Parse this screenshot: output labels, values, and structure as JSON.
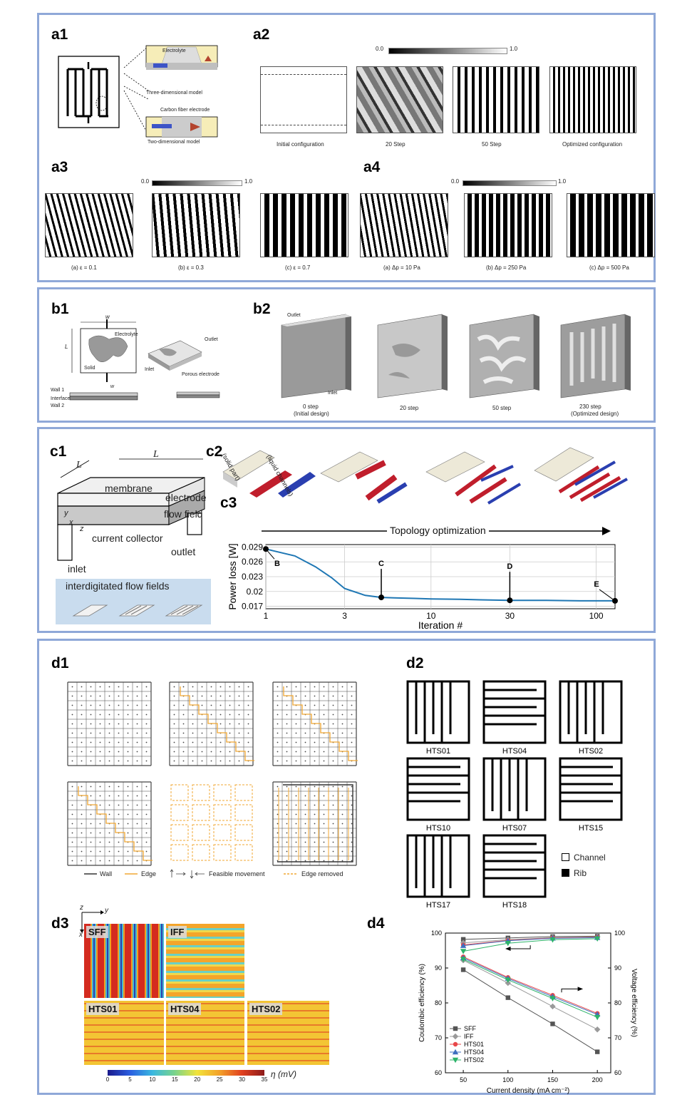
{
  "panels": {
    "a": {
      "labels": [
        "a1",
        "a2",
        "a3",
        "a4"
      ],
      "a1": {
        "electrolyte": "Electrolyte",
        "model_3d": "Three-dimensional model",
        "carbon_fiber": "Carbon fiber electrode",
        "model_2d": "Two-dimensional model"
      },
      "scale_min": "0.0",
      "scale_max": "1.0",
      "a2_captions": [
        "Initial configuration",
        "20 Step",
        "50 Step",
        "Optimized configuration"
      ],
      "a3_captions": [
        "(a) ε = 0.1",
        "(b) ε = 0.3",
        "(c) ε = 0.7"
      ],
      "a4_captions": [
        "(a) Δp = 10 Pa",
        "(b) Δp = 250 Pa",
        "(c) Δp = 500 Pa"
      ]
    },
    "b": {
      "labels": [
        "b1",
        "b2"
      ],
      "b1": {
        "w_top": "w",
        "l": "L",
        "electrolyte": "Electrolyte",
        "solid": "Solid",
        "outlet": "Outlet",
        "inlet": "Inlet",
        "porous": "Porous electrode",
        "w_small": "w",
        "wall1": "Wall 1",
        "interface": "Interface",
        "wall2": "Wall 2"
      },
      "b2": {
        "outlet": "Outlet",
        "inlet": "Inlet",
        "captions": [
          "0 step",
          "20 step",
          "50 step",
          "230 step"
        ],
        "subcaptions": [
          "(Initial design)",
          "",
          "",
          "(Optimized design)"
        ]
      }
    },
    "c": {
      "labels": [
        "c1",
        "c2",
        "c3"
      ],
      "c1": {
        "L_left": "L",
        "L_top": "L",
        "membrane": "membrane",
        "electrode": "electrode",
        "flow_field": "flow field",
        "current_collector": "current collector",
        "inlet": "inlet",
        "outlet": "outlet",
        "y": "y",
        "x": "x",
        "z": "z",
        "interdigitated": "interdigitated flow fields"
      },
      "c2": {
        "solid_part": "(solid part)",
        "liquid_channels": "(liquid channels)",
        "topology": "Topology optimization"
      }
    },
    "d": {
      "labels": [
        "d1",
        "d2",
        "d3",
        "d4"
      ],
      "d1_legend": {
        "wall": "Wall",
        "edge": "Edge",
        "feasible": "Feasible movement",
        "removed": "Edge removed"
      },
      "d2_names": [
        "HTS01",
        "HTS04",
        "HTS02",
        "HTS10",
        "HTS07",
        "HTS15",
        "HTS17",
        "HTS18"
      ],
      "d2_legend": {
        "channel": "Channel",
        "rib": "Rib"
      },
      "d3_tags": [
        "SFF",
        "IFF",
        "HTS01",
        "HTS04",
        "HTS02"
      ],
      "d3_axes": {
        "z": "z",
        "y": "y",
        "x": "x"
      },
      "d3_colorbar": {
        "ticks": [
          "0",
          "5",
          "10",
          "15",
          "20",
          "25",
          "30",
          "35"
        ],
        "label": "η (mV)"
      }
    }
  },
  "chart_data": [
    {
      "id": "c3",
      "type": "line",
      "xscale": "log",
      "xlabel": "Iteration #",
      "ylabel": "Power loss [W]",
      "xticks": [
        1,
        3,
        10,
        30,
        100
      ],
      "yticks": [
        0.017,
        0.02,
        0.023,
        0.026,
        0.029
      ],
      "xlim": [
        1,
        130
      ],
      "ylim": [
        0.0165,
        0.0295
      ],
      "grid": true,
      "series": [
        {
          "x": [
            1,
            1.5,
            2,
            2.5,
            3,
            4,
            5,
            6,
            8,
            10,
            15,
            20,
            30,
            50,
            80,
            100,
            130
          ],
          "y": [
            0.0286,
            0.0272,
            0.025,
            0.0228,
            0.0206,
            0.0192,
            0.0188,
            0.0187,
            0.0186,
            0.0185,
            0.0184,
            0.0183,
            0.0182,
            0.0182,
            0.0181,
            0.0181,
            0.0181
          ]
        }
      ],
      "markers": [
        {
          "label": "B",
          "x": 1,
          "y": 0.0286
        },
        {
          "label": "C",
          "x": 5,
          "y": 0.0188
        },
        {
          "label": "D",
          "x": 30,
          "y": 0.0182
        },
        {
          "label": "E",
          "x": 130,
          "y": 0.0181
        }
      ]
    },
    {
      "id": "d4",
      "type": "line",
      "xlabel": "Current density (mA cm⁻²)",
      "ylabel": "Coulombic efficiency (%)",
      "ylabel_right": "Voltage efficiency (%)",
      "categories": [
        50,
        100,
        150,
        200
      ],
      "xlim": [
        30,
        215
      ],
      "ylim": [
        60,
        100
      ],
      "yticks": [
        60,
        70,
        80,
        90,
        100
      ],
      "yticks_right": [
        60,
        70,
        80,
        90,
        100
      ],
      "legend": "bottom-left",
      "series": [
        {
          "name": "SFF",
          "color": "#555555",
          "marker": "square",
          "coulombic": [
            98.2,
            98.6,
            99.0,
            99.1
          ],
          "voltage": [
            89.5,
            81.5,
            74.0,
            66.0
          ]
        },
        {
          "name": "IFF",
          "color": "#9a9a9a",
          "marker": "diamond",
          "coulombic": [
            97.2,
            98.1,
            98.7,
            98.9
          ],
          "voltage": [
            92.2,
            85.7,
            79.0,
            72.4
          ]
        },
        {
          "name": "HTS01",
          "color": "#e8474a",
          "marker": "circle",
          "coulombic": [
            96.6,
            97.9,
            98.6,
            98.8
          ],
          "voltage": [
            93.2,
            87.3,
            82.2,
            77.0
          ]
        },
        {
          "name": "HTS04",
          "color": "#3e6ebf",
          "marker": "triangle-up",
          "coulombic": [
            96.4,
            97.8,
            98.5,
            98.7
          ],
          "voltage": [
            92.9,
            87.0,
            81.8,
            76.7
          ]
        },
        {
          "name": "HTS02",
          "color": "#2db36a",
          "marker": "triangle-down",
          "coulombic": [
            94.8,
            97.1,
            98.1,
            98.4
          ],
          "voltage": [
            92.5,
            86.6,
            81.3,
            75.9
          ]
        }
      ]
    }
  ]
}
